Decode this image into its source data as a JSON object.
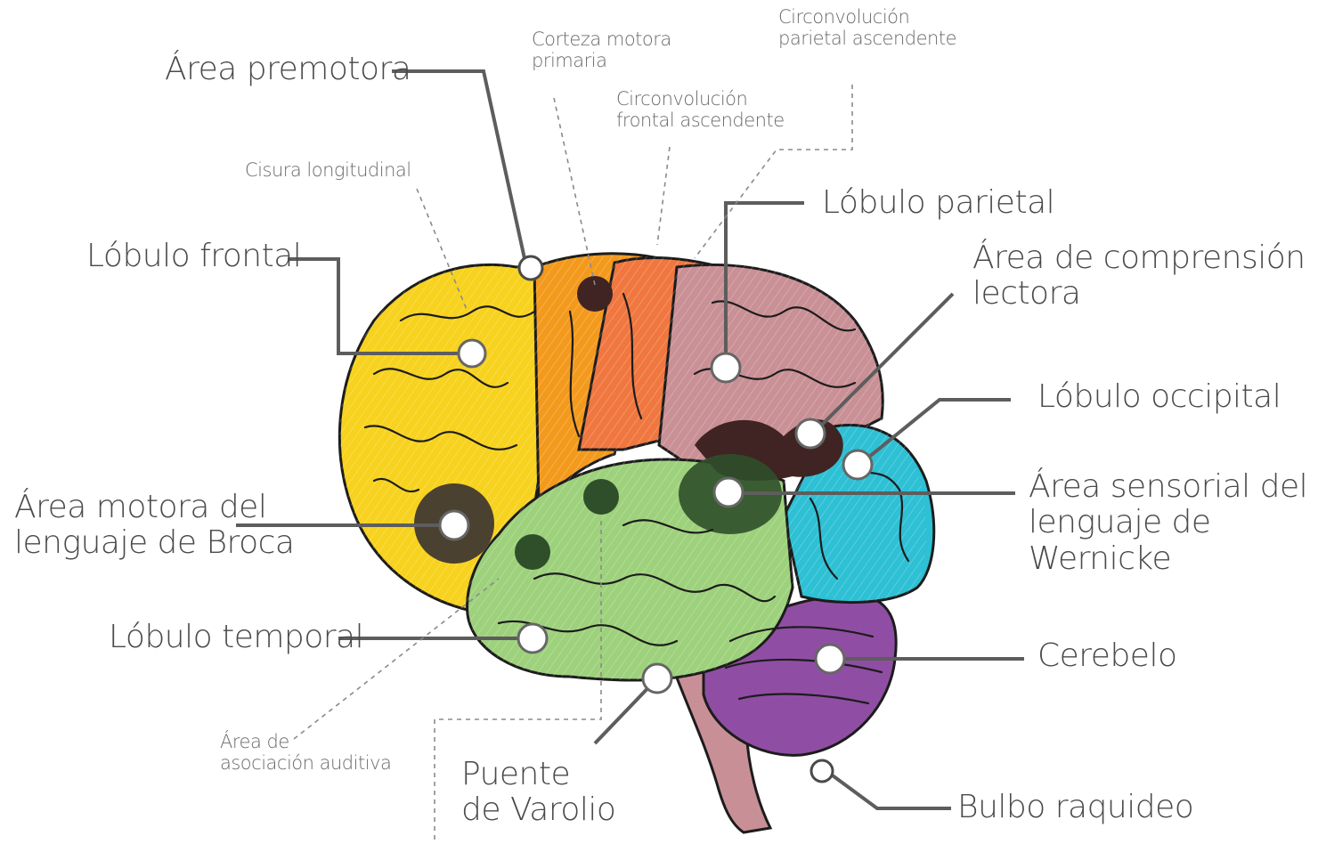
{
  "colors": {
    "frontal": "#f7d21e",
    "motor_cortex": "#f39a1d",
    "premotor_orange": "#f0773f",
    "parietal": "#c99096",
    "occipital": "#2ec0d4",
    "temporal": "#9ed17c",
    "cerebellum": "#8f4ea3",
    "brainstem": "#c98f97",
    "dark_area": "#3f2423",
    "green_dark": "#2f4f2a",
    "broca": "#4a4130"
  },
  "labels": {
    "area_premotora": "Área premotora",
    "corteza_motora": "Corteza motora\nprimaria",
    "circ_parietal": "Circonvolución\nparietal ascendente",
    "circ_frontal": "Circonvolución\nfrontal ascendente",
    "cisura": "Cisura longitudinal",
    "lobulo_parietal": "Lóbulo parietal",
    "lobulo_frontal": "Lóbulo frontal",
    "area_comprension": "Área de comprensión\nlectora",
    "lobulo_occipital": "Lóbulo occipital",
    "area_broca": "Área motora del\nlenguaje de Broca",
    "area_wernicke": "Área sensorial del\nlenguaje de Wernicke",
    "lobulo_temporal": "Lóbulo temporal",
    "cerebelo": "Cerebelo",
    "area_asociacion": "Área de\nasociación auditiva",
    "puente": "Puente\nde Varolio",
    "bulbo": "Bulbo raquideo"
  }
}
